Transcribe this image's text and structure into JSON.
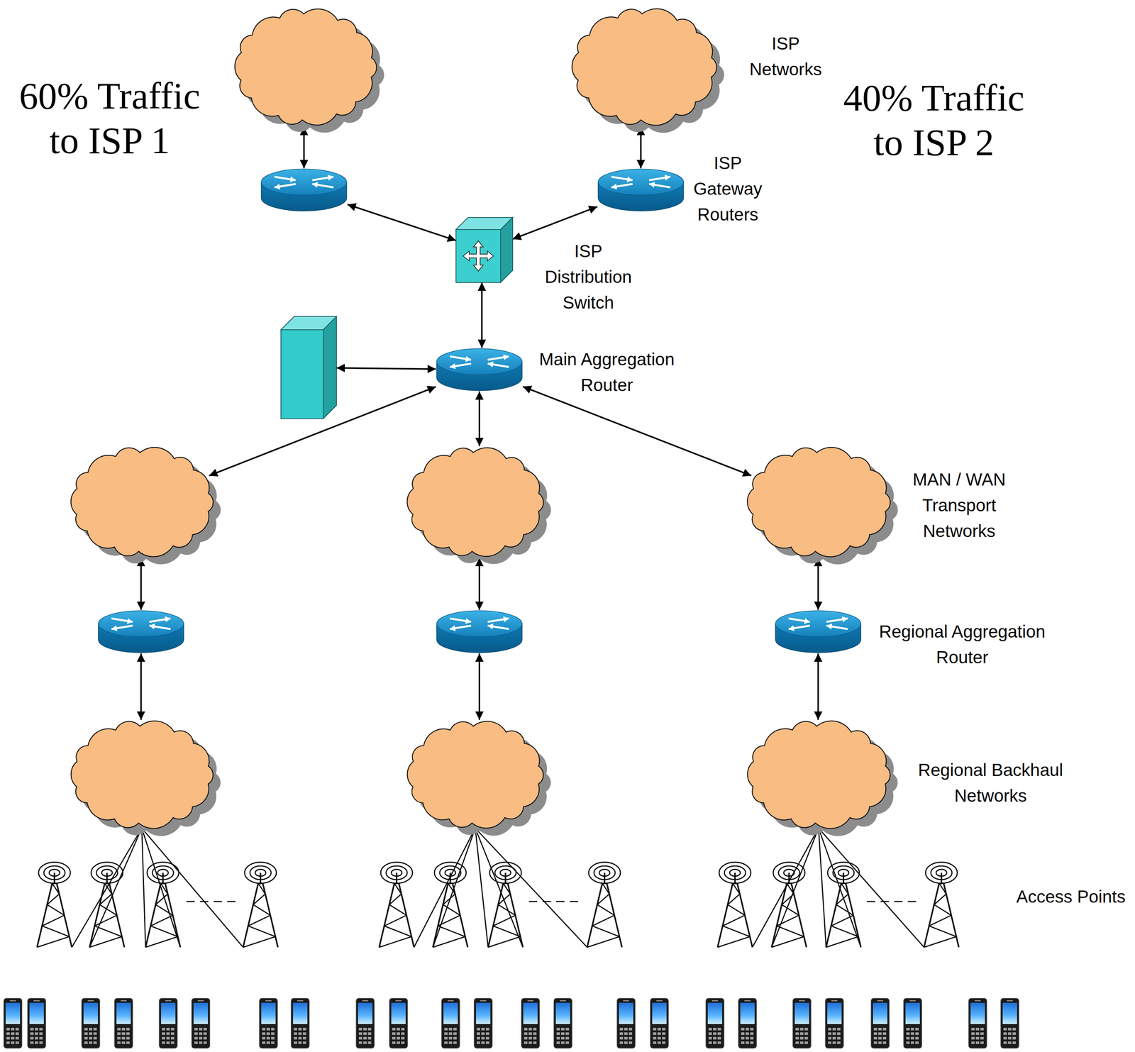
{
  "diagram": {
    "nodes": [
      {
        "text": []
      },
      {
        "text": [
          "ISP Networks"
        ]
      },
      {
        "text": []
      },
      {
        "text": [
          "ISP Gateway Routers"
        ]
      },
      {
        "text": [
          "ISP Distribution Switch"
        ]
      },
      {
        "text": []
      },
      {
        "text": [
          "Main Aggregation Router"
        ]
      },
      {
        "text": []
      },
      {
        "text": []
      },
      {
        "text": [
          "MAN / WAN Transport Networks"
        ]
      },
      {
        "text": []
      },
      {
        "text": []
      },
      {
        "text": [
          "Regional Aggregation Router"
        ]
      },
      {
        "text": []
      },
      {
        "text": []
      },
      {
        "text": [
          "Regional Backhaul Networks"
        ]
      }
    ],
    "edges": [
      {
        "from": 0,
        "to": 2,
        "arrow": "both"
      },
      {
        "from": 1,
        "to": 3,
        "arrow": "both"
      },
      {
        "from": 2,
        "to": 4,
        "arrow": "both"
      },
      {
        "from": 3,
        "to": 4,
        "arrow": "both"
      },
      {
        "from": 4,
        "to": 6,
        "arrow": "both"
      },
      {
        "from": 5,
        "to": 6,
        "arrow": "both"
      },
      {
        "from": 6,
        "to": 7,
        "arrow": "both"
      },
      {
        "from": 6,
        "to": 8,
        "arrow": "both"
      },
      {
        "from": 6,
        "to": 9,
        "arrow": "both"
      },
      {
        "from": 7,
        "to": 10,
        "arrow": "both"
      },
      {
        "from": 8,
        "to": 11,
        "arrow": "both"
      },
      {
        "from": 9,
        "to": 12,
        "arrow": "both"
      },
      {
        "from": 10,
        "to": 13,
        "arrow": "both"
      },
      {
        "from": 11,
        "to": 14,
        "arrow": "both"
      },
      {
        "from": 12,
        "to": 15,
        "arrow": "both"
      }
    ],
    "labels": [
      "60% Traffic to ISP 1",
      "40% Traffic to ISP 2",
      "Access Points"
    ]
  }
}
